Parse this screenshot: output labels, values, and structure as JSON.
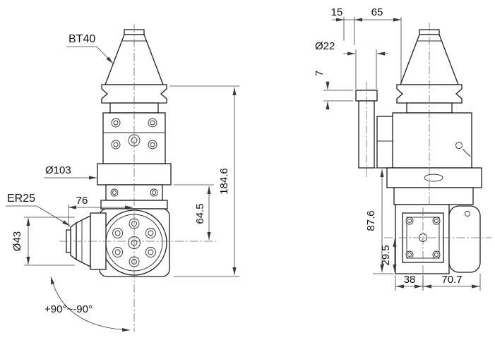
{
  "drawing": {
    "title": "Angle head tool holder - two view technical drawing",
    "front_view": {
      "labels": {
        "taper": "BT40",
        "flange_diameter": "Ø103",
        "head_length": "76",
        "collet": "ER25",
        "collet_diameter": "Ø43",
        "overall_height": "184.6",
        "center_height": "64.5",
        "rotation_range": "+90°~-90°"
      }
    },
    "side_view": {
      "labels": {
        "offset_15": "15",
        "offset_65": "65",
        "pin_diameter": "Ø22",
        "cap_height": "7",
        "body_height": "87.6",
        "center_height": "29.5",
        "width_38": "38",
        "width_70_7": "70.7"
      }
    }
  }
}
